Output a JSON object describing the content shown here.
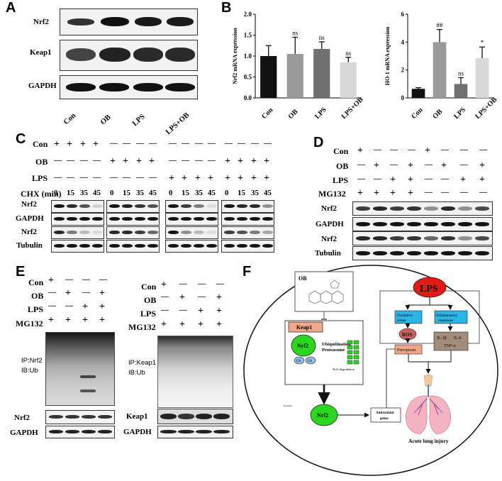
{
  "panels": {
    "a": "A",
    "b": "B",
    "c": "C",
    "d": "D",
    "e": "E",
    "f": "F"
  },
  "panelA": {
    "rows": [
      "Nrf2",
      "Keap1",
      "GAPDH"
    ],
    "groups": [
      "Con",
      "OB",
      "LPS",
      "LPS+OB"
    ]
  },
  "panelB": {
    "chart_data": [
      {
        "type": "bar",
        "categories": [
          "Con",
          "OB",
          "LPS",
          "LPS+OB"
        ],
        "values": [
          1.0,
          1.05,
          1.17,
          0.85
        ],
        "errors": [
          0.25,
          0.4,
          0.17,
          0.12
        ],
        "sig": [
          "",
          "ns",
          "ns",
          "ns"
        ],
        "ylabel": "Nrf2 mRNA expression",
        "ylim": [
          0,
          2.0
        ],
        "yticks": [
          "0.0",
          "0.5",
          "1.0",
          "1.5",
          "2.0"
        ],
        "colors": [
          "#111111",
          "#9a9a9a",
          "#707070",
          "#d8d8d8"
        ]
      },
      {
        "type": "bar",
        "categories": [
          "Con",
          "OB",
          "LPS",
          "LPS+OB"
        ],
        "values": [
          0.65,
          4.0,
          1.0,
          2.85
        ],
        "errors": [
          0.08,
          0.9,
          0.45,
          0.8
        ],
        "sig": [
          "",
          "##",
          "ns",
          "*"
        ],
        "ylabel": "HO-1 mRNA expression",
        "ylim": [
          0,
          6
        ],
        "yticks": [
          "0",
          "2",
          "4",
          "6"
        ],
        "colors": [
          "#111111",
          "#9a9a9a",
          "#707070",
          "#d8d8d8"
        ]
      }
    ]
  },
  "panelC": {
    "rows": [
      "Con",
      "OB",
      "LPS"
    ],
    "cht": "CHX (min)",
    "times": [
      "0",
      "15",
      "35",
      "45"
    ],
    "blots": [
      "Nrf2",
      "GAPDH",
      "Nrf2",
      "Tubulin"
    ]
  },
  "panelD": {
    "rows": [
      "Con",
      "OB",
      "LPS",
      "MG132"
    ],
    "blots": [
      "Nrf2",
      "GAPDH",
      "Nrf2",
      "Tubulin"
    ]
  },
  "panelE": {
    "rows": [
      "Con",
      "OB",
      "LPS",
      "MG132"
    ],
    "left": {
      "ip": "IP:Nrf2",
      "ib": "IB:Ub",
      "blots": [
        "Nrf2",
        "GAPDH"
      ]
    },
    "right": {
      "ip": "IP:Keap1",
      "ib": "IB:Ub",
      "blots": [
        "Keap1",
        "GAPDH"
      ]
    }
  },
  "panelF": {
    "ob": "OB",
    "lps": "LPS",
    "keap1": "Keap1",
    "nrf2": "Nrf2",
    "ub": "Ub",
    "ubq": "Ubiquitination",
    "prot": "Proteasome",
    "deg": "Nrf2 degradation",
    "ox1": "Oxidative",
    "ox2": "stress",
    "inf1": "Inflammatory",
    "inf2": "responses",
    "ros": "ROS",
    "ferro": "Ferroptosis",
    "il1": "IL-1β",
    "il6": "IL-6",
    "tnf": "TNF-α",
    "anti1": "Antioxidant",
    "anti2": "genes",
    "ali": "Acute lung injury",
    "small": "Promote"
  },
  "signs": {
    "plus": "+",
    "minus": "—"
  }
}
